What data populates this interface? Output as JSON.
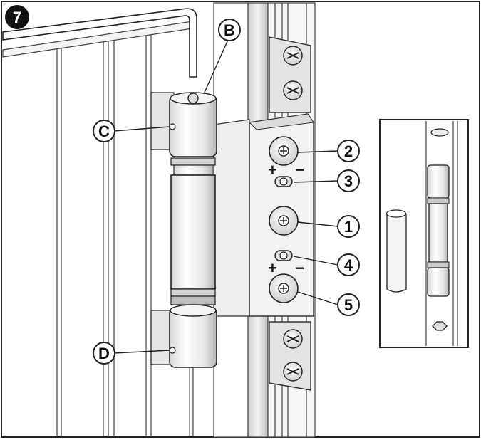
{
  "step": {
    "number": "7"
  },
  "labels": {
    "B": "B",
    "C": "C",
    "D": "D"
  },
  "callouts": [
    "2",
    "3",
    "1",
    "4",
    "5"
  ],
  "signs": {
    "upper_plus": "+",
    "upper_minus": "−",
    "lower_plus": "+",
    "lower_minus": "−"
  }
}
